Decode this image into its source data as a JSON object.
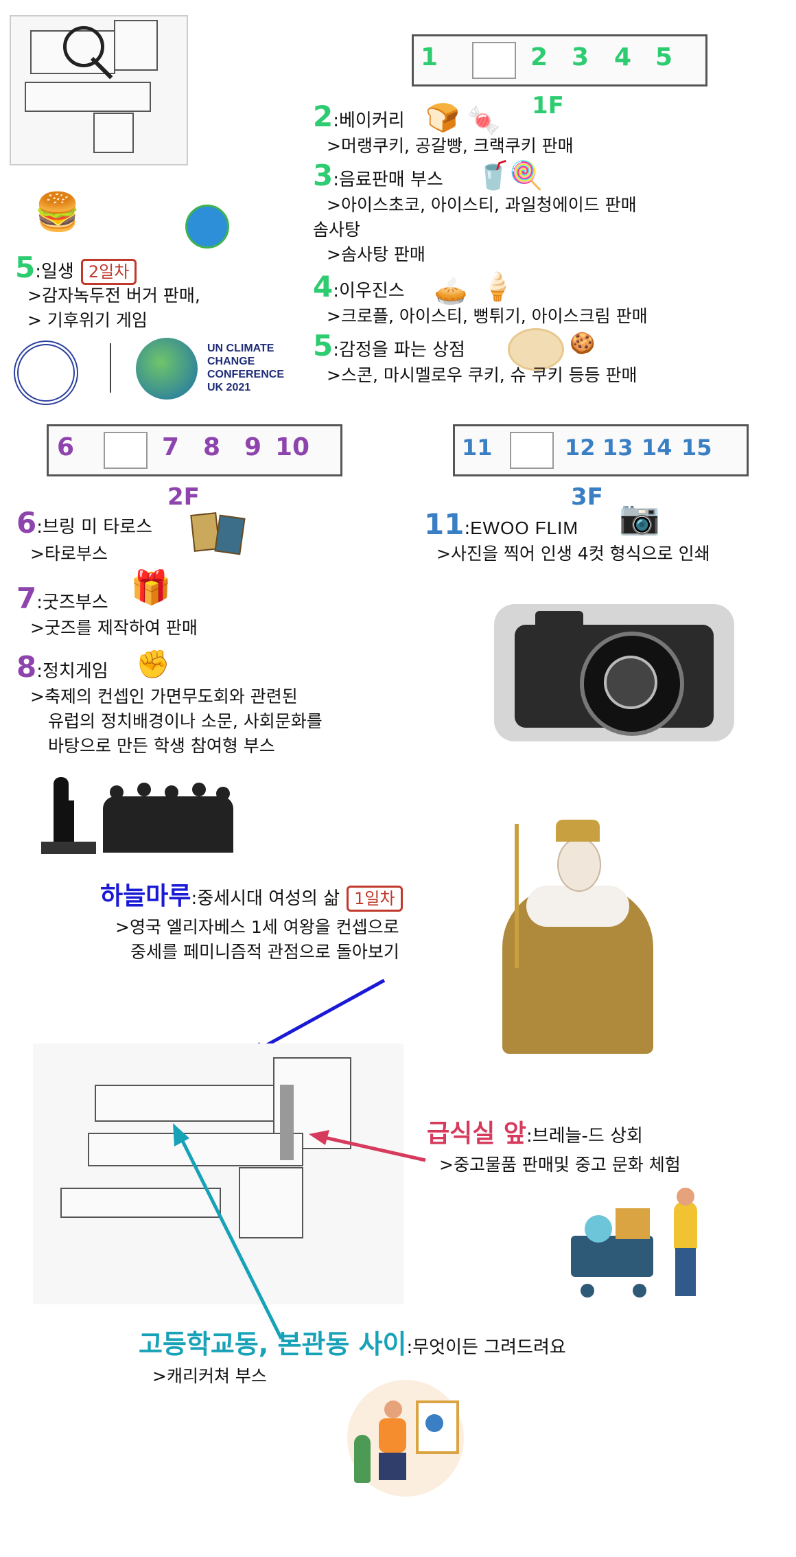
{
  "colors": {
    "green": "#2ecc71",
    "purple": "#8e44ad",
    "blue": "#3a7fc4",
    "navy": "#1a1ad6",
    "crimson": "#d63a5c",
    "teal": "#17a2b8",
    "red": "#c0392b"
  },
  "floor1": {
    "label": "1F",
    "rooms": [
      "1",
      "2",
      "3",
      "4",
      "5"
    ]
  },
  "floor2": {
    "label": "2F",
    "rooms": [
      "6",
      "7",
      "8",
      "9",
      "10"
    ]
  },
  "floor3": {
    "label": "3F",
    "rooms": [
      "11",
      "12",
      "13",
      "14",
      "15"
    ]
  },
  "booth2": {
    "num": "2",
    "sep": ":",
    "name": "베이커리",
    "desc": ">머랭쿠키, 공갈빵, 크랙쿠키 판매"
  },
  "booth3": {
    "num": "3",
    "sep": ":",
    "name": "음료판매 부스",
    "desc": ">아이스초코, 아이스티, 과일청에이드 판매",
    "extra": "솜사탕",
    "desc2": ">솜사탕 판매"
  },
  "booth4": {
    "num": "4",
    "sep": ":",
    "name": "이우진스",
    "desc": ">크로플, 아이스티, 뻥튀기, 아이스크림 판매"
  },
  "booth5": {
    "num": "5",
    "sep": ":",
    "name": "감정을 파는 상점",
    "desc": ">스콘, 마시멜로우 쿠키, 슈 쿠키 등등 판매"
  },
  "booth5b": {
    "num": "5",
    "sep": ":",
    "name": "일생",
    "badge": "2일차",
    "desc": ">감자녹두전 버거 판매,",
    "desc2": "> 기후위기 게임"
  },
  "cop": {
    "line1": "UN CLIMATE",
    "line2": "CHANGE",
    "line3": "CONFERENCE",
    "line4": "UK 2021"
  },
  "booth6": {
    "num": "6",
    "sep": ":",
    "name": "브링 미 타로스",
    "desc": ">타로부스"
  },
  "booth7": {
    "num": "7",
    "sep": ":",
    "name": "굿즈부스",
    "desc": ">굿즈를 제작하여 판매"
  },
  "booth8": {
    "num": "8",
    "sep": ":",
    "name": "정치게임",
    "desc": ">축제의 컨셉인 가면무도회와 관련된",
    "desc2": "유럽의 정치배경이나 소문, 사회문화를",
    "desc3": "바탕으로 만든 학생 참여형 부스"
  },
  "booth11": {
    "num": "11",
    "sep": ":",
    "name": "EWOO FLIM",
    "desc": ">사진을 찍어 인생 4컷 형식으로 인쇄"
  },
  "haneul": {
    "place": "하늘마루",
    "sep": ":",
    "name": "중세시대 여성의 삶",
    "badge": "1일차",
    "desc": ">영국 엘리자베스 1세 여왕을 컨셉으로",
    "desc2": "중세를 페미니즘적 관점으로 돌아보기"
  },
  "cafeteria": {
    "place": "급식실 앞",
    "sep": ":",
    "name": "브레늘-드 상회",
    "desc": ">중고물품 판매및 중고 문화 체험"
  },
  "between": {
    "place": "고등학교동, 본관동 사이",
    "sep": ":",
    "name": "무엇이든 그려드려요",
    "desc": ">캐리커쳐 부스"
  },
  "icons": [
    "magnifier-icon",
    "bread-icon",
    "cookie-icon",
    "drink-icon",
    "cotton-candy-icon",
    "pie-icon",
    "popsicle-icon",
    "scone-icon",
    "burger-icon",
    "melting-earth-icon",
    "un-logo-icon",
    "tarot-card-icon",
    "gift-box-icon",
    "fist-icon",
    "crowd-silhouette-icon",
    "camera-icon",
    "queen-portrait-icon",
    "shopping-cart-icon",
    "painter-icon"
  ]
}
